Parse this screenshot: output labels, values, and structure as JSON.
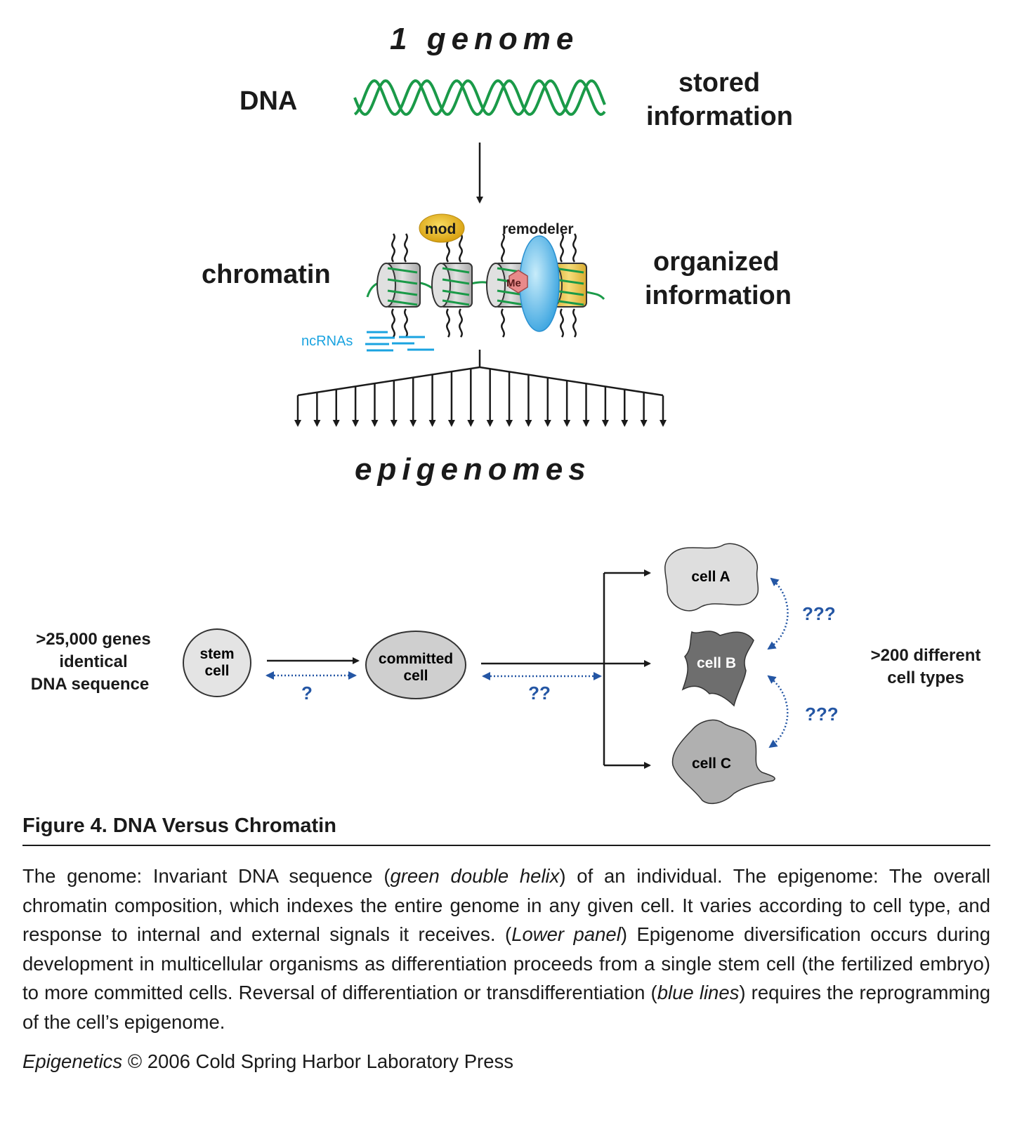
{
  "upper": {
    "title_top": "1 genome",
    "dna_label": "DNA",
    "stored_line1": "stored",
    "stored_line2": "information",
    "chromatin_label": "chromatin",
    "organized_line1": "organized",
    "organized_line2": "information",
    "mod_label": "mod",
    "remodeler_label": "remodeler",
    "me_label": "Me",
    "ncrna_label": "ncRNAs",
    "title_bottom": "epigenomes"
  },
  "lower": {
    "genes_line1": ">25,000 genes",
    "genes_line2": "identical",
    "genes_line3": "DNA sequence",
    "stem_line1": "stem",
    "stem_line2": "cell",
    "committed_line1": "committed",
    "committed_line2": "cell",
    "q1": "?",
    "q2": "??",
    "q3": "???",
    "q4": "???",
    "cell_a": "cell A",
    "cell_b": "cell B",
    "cell_c": "cell C",
    "types_line1": ">200 different",
    "types_line2": "cell types"
  },
  "figure": {
    "title": "Figure 4. DNA Versus Chromatin",
    "caption": [
      {
        "t": "The genome: Invariant DNA sequence ("
      },
      {
        "t": "green double helix",
        "i": true
      },
      {
        "t": ") of an individual. The epigenome: The overall chromatin composition, which indexes the entire genome in any given cell. It varies according to cell type, and response to internal and external signals it receives. ("
      },
      {
        "t": "Lower panel",
        "i": true
      },
      {
        "t": ") Epigenome diversification occurs during development in multicellular organisms as differentiation proceeds from a single stem cell (the fertilized embryo) to more committed cells. Reversal of differentiation or transdifferentiation ("
      },
      {
        "t": "blue lines",
        "i": true
      },
      {
        "t": ") requires the reprogramming of the cell’s epigenome."
      }
    ],
    "credit_italic": "Epigenetics",
    "credit_rest": " © 2006 Cold Spring Harbor Laboratory Press"
  },
  "colors": {
    "dna_green": "#1a9a48",
    "ncrna_blue": "#1aa3e0",
    "reprogram_blue": "#2456a4",
    "mod_gold": "#e8b820",
    "remodeler_blue": "#5ab8e8",
    "me_pink": "#e88a8a",
    "nucleosome_gold": "#e8c040"
  }
}
